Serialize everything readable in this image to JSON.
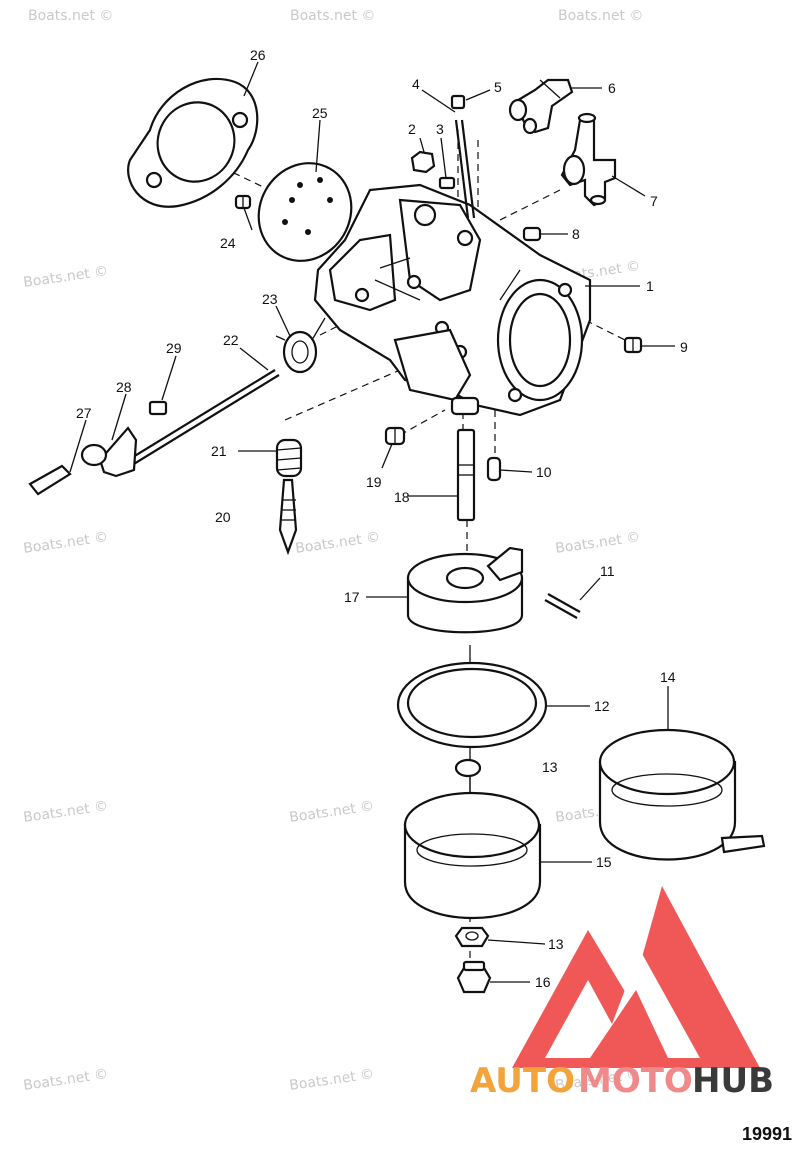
{
  "watermark_text": "Boats.net ©",
  "drawing_number": "19991",
  "logo": {
    "word_a": "AUTO",
    "word_b": "MOTO",
    "word_c": "HUB",
    "color_a": "#f2a33a",
    "color_b": "#f08a8a",
    "color_c": "#3a3a3a",
    "mark_color": "#ee3b3b"
  },
  "callouts": [
    "1",
    "2",
    "3",
    "4",
    "5",
    "6",
    "7",
    "8",
    "9",
    "10",
    "11",
    "12",
    "13",
    "13",
    "14",
    "15",
    "16",
    "17",
    "18",
    "19",
    "20",
    "21",
    "22",
    "23",
    "24",
    "25",
    "26",
    "27",
    "28",
    "29"
  ]
}
